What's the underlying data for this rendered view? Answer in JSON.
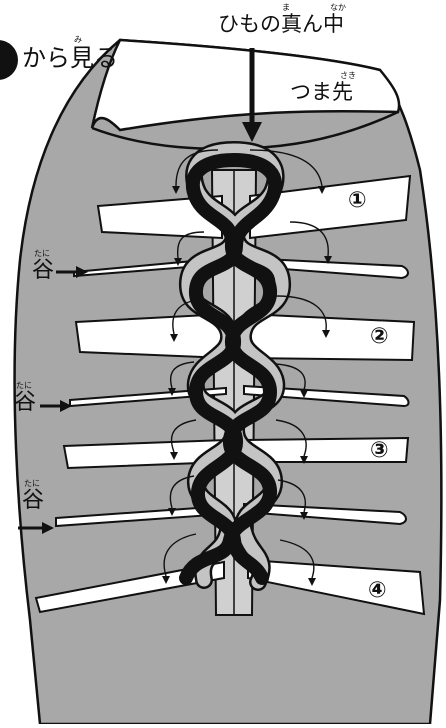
{
  "header": {
    "view_label": "から見る",
    "view_label_ruby": "み"
  },
  "labels": {
    "lace_center": "ひもの真ん中",
    "lace_center_ruby_ma": "ま",
    "lace_center_ruby_naka": "なか",
    "toe": "つま先",
    "toe_ruby": "さき",
    "valley": "谷",
    "valley_ruby": "たに"
  },
  "steps": [
    "①",
    "②",
    "③",
    "④"
  ],
  "colors": {
    "shoe_fill": "#a8a8a8",
    "lace_dark": "#111111",
    "lace_light": "#c4c4c4",
    "outline": "#111111",
    "background": "#ffffff"
  }
}
